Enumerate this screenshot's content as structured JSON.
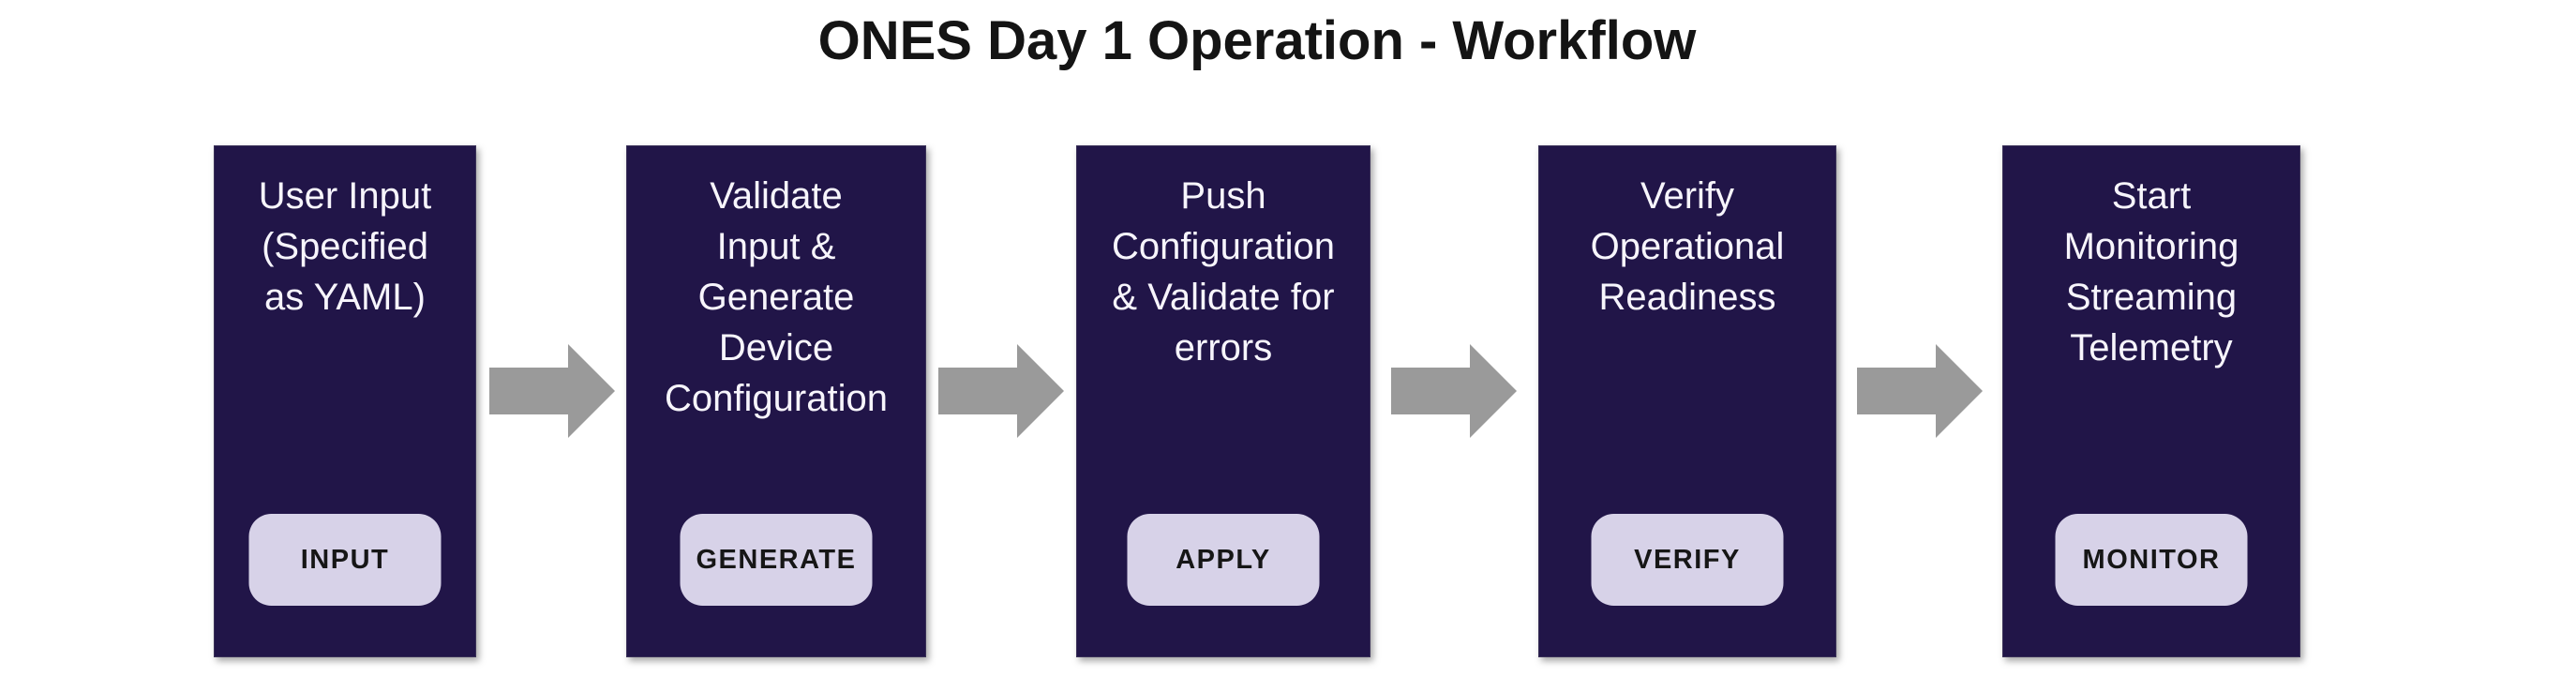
{
  "title": "ONES Day 1 Operation - Workflow",
  "colors": {
    "background": "#ffffff",
    "title_text": "#141414",
    "box_fill": "#211548",
    "box_text": "#f7f5fc",
    "button_fill": "#d7d2e8",
    "button_text": "#161616",
    "arrow_fill": "#9a9a9a"
  },
  "workflow": {
    "steps": [
      {
        "label": "User Input\n(Specified\nas YAML)",
        "button": "INPUT"
      },
      {
        "label": "Validate\nInput &\nGenerate\nDevice\nConfiguration",
        "button": "GENERATE"
      },
      {
        "label": "Push\nConfiguration\n& Validate for\nerrors",
        "button": "APPLY"
      },
      {
        "label": "Verify\nOperational\nReadiness",
        "button": "VERIFY"
      },
      {
        "label": "Start\nMonitoring\nStreaming\nTelemetry",
        "button": "MONITOR"
      }
    ]
  }
}
